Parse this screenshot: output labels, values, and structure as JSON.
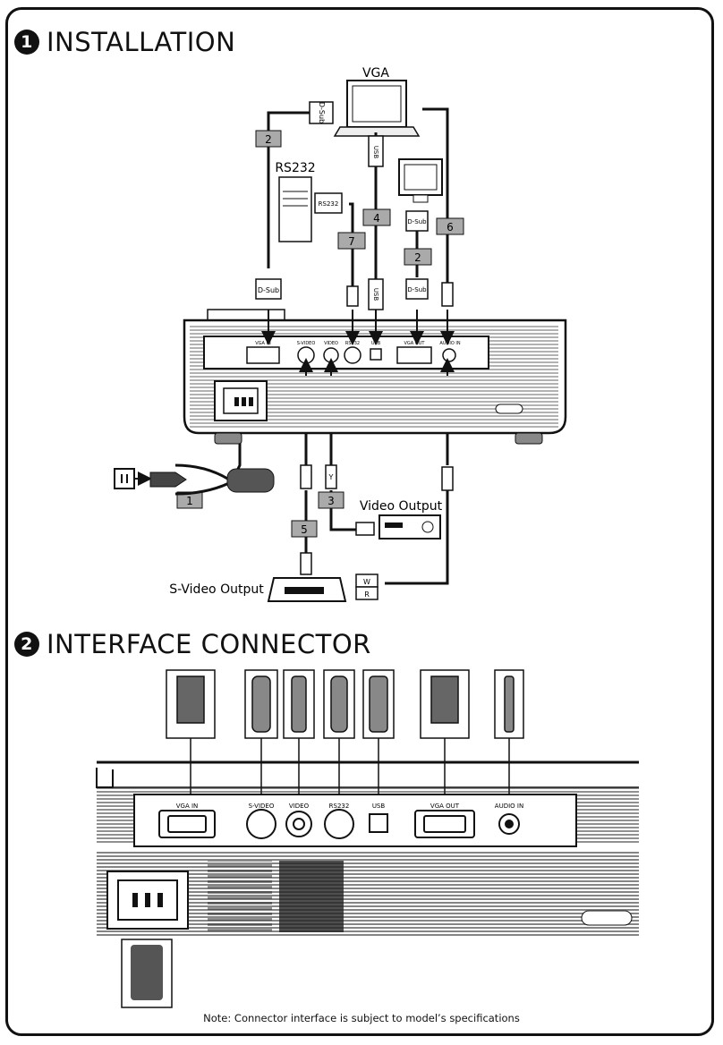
{
  "sections": {
    "installation": {
      "number": "1",
      "title": "INSTALLATION"
    },
    "interface": {
      "number": "2",
      "title": "INTERFACE CONNECTOR"
    }
  },
  "devices": {
    "vga": "VGA",
    "rs232": "RS232",
    "video_output": "Video Output",
    "svideo_output": "S-Video Output"
  },
  "cables": {
    "c1": "1",
    "c2a": "2",
    "c2b": "2",
    "c3": "3",
    "c4": "4",
    "c5": "5",
    "c6": "6",
    "c7": "7"
  },
  "connector_tags": {
    "dsub": "D-Sub",
    "usb": "USB",
    "rs232": "RS232",
    "y": "Y",
    "w": "W",
    "r": "R"
  },
  "ports": [
    "VGA IN",
    "S-VIDEO",
    "VIDEO",
    "RS232",
    "USB",
    "VGA OUT",
    "AUDIO IN"
  ],
  "note": "Note: Connector interface is subject to model’s specifications"
}
